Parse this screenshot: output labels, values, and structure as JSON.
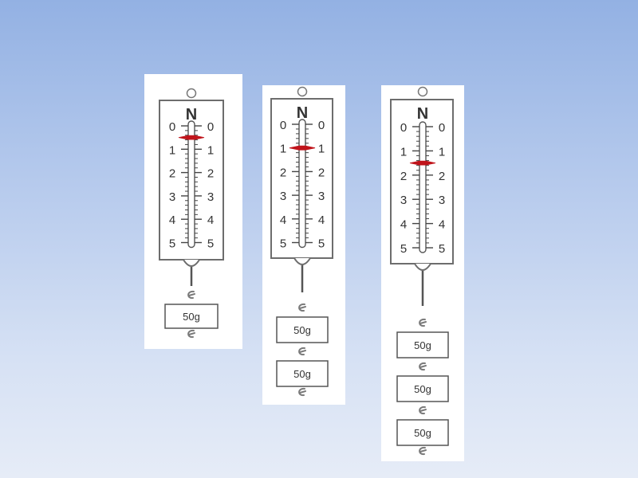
{
  "unit": "N",
  "scale_labels": [
    "0",
    "1",
    "2",
    "3",
    "4",
    "5"
  ],
  "weight_label": "50g",
  "indicator_color": "#c0141b",
  "scales": [
    {
      "reading_N": 0.5,
      "weights": 1
    },
    {
      "reading_N": 1.0,
      "weights": 2
    },
    {
      "reading_N": 1.5,
      "weights": 3
    }
  ]
}
